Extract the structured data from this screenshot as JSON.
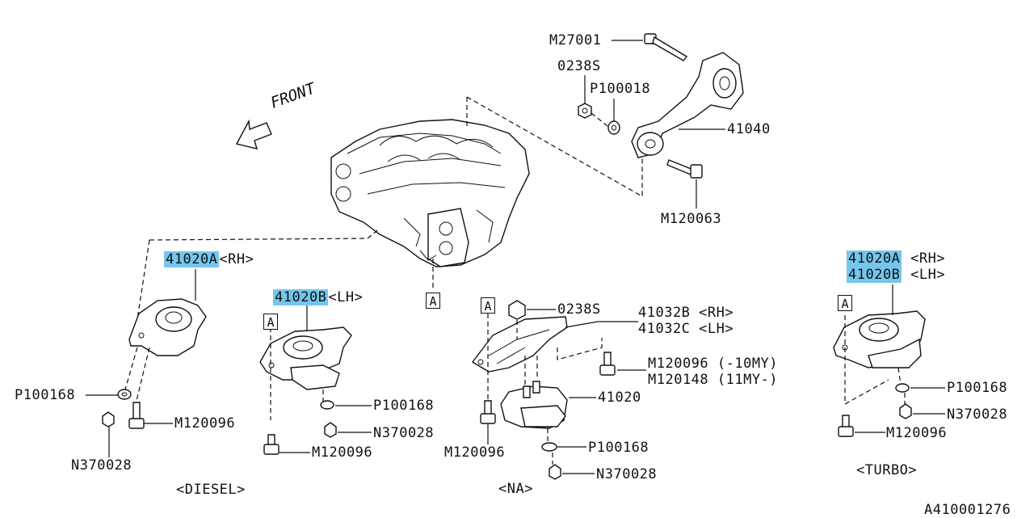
{
  "front_label": "FRONT",
  "ref_marker": "A",
  "diagram_id": "A410001276",
  "top": {
    "bolt_upper": "M27001",
    "nut": "0238S",
    "washer": "P100018",
    "pitch_stopper": "41040",
    "bolt_lower": "M120063"
  },
  "diesel": {
    "mount_rh_part": "41020A",
    "mount_rh_side": "<RH>",
    "mount_lh_part": "41020B",
    "mount_lh_side": "<LH>",
    "washer_rh": "P100168",
    "bolt_rh": "M120096",
    "nut_rh": "N370028",
    "washer_lh": "P100168",
    "nut_lh": "N370028",
    "bolt_lh": "M120096",
    "caption": "<DIESEL>"
  },
  "na": {
    "nut": "0238S",
    "bracket_rh": "41032B <RH>",
    "bracket_lh": "41032C <LH>",
    "bolt_a": "M120096 (-10MY)",
    "bolt_b": "M120148 (11MY-)",
    "mount": "41020",
    "bolt_left": "M120096",
    "washer": "P100168",
    "nut_bottom": "N370028",
    "caption": "<NA>"
  },
  "turbo": {
    "mount_rh_part": "41020A",
    "mount_rh_side": "<RH>",
    "mount_lh_part": "41020B",
    "mount_lh_side": "<LH>",
    "washer": "P100168",
    "nut": "N370028",
    "bolt": "M120096",
    "caption": "<TURBO>"
  },
  "colors": {
    "highlight": "#74c6ec",
    "line": "#111111"
  }
}
